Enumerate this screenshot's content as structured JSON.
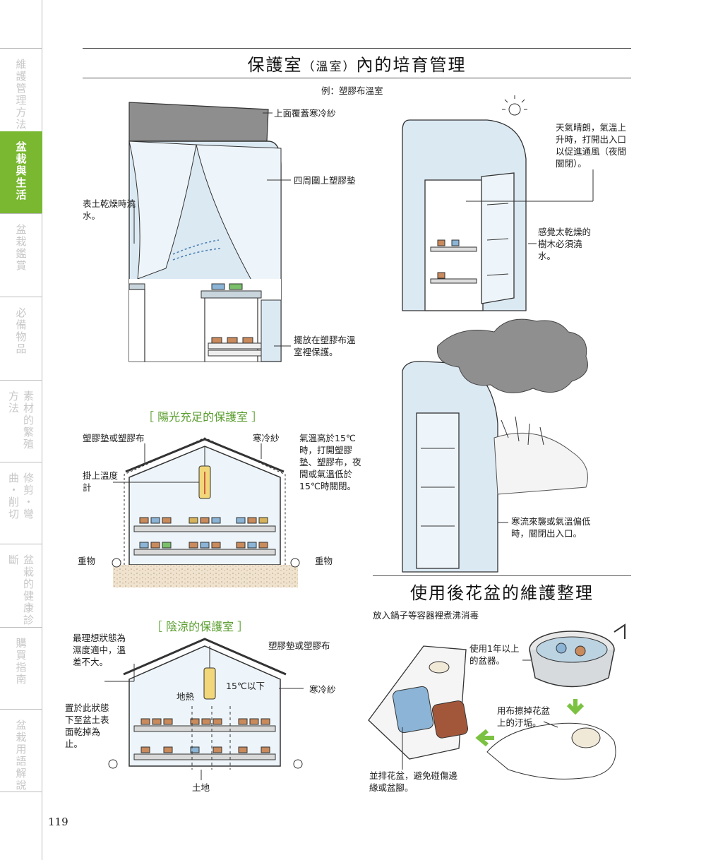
{
  "sidebar": {
    "tabs": [
      {
        "label": "維護管理方法",
        "active": false
      },
      {
        "label": "盆栽與生活",
        "active": true
      },
      {
        "label": "盆栽鑑賞",
        "active": false
      },
      {
        "label": "必備物品",
        "active": false
      },
      {
        "label": "素材的繁殖方法",
        "active": false
      },
      {
        "label": "修剪・彎曲・削切",
        "active": false
      },
      {
        "label": "盆栽的健康診斷",
        "active": false
      },
      {
        "label": "購買指南",
        "active": false
      },
      {
        "label": "盆栽用語解說",
        "active": false
      }
    ],
    "accent_color": "#7ab832"
  },
  "page_number": "119",
  "title": {
    "main": "保護室",
    "paren": "（溫室）",
    "rest": "內的培育管理"
  },
  "example_label": "例：塑膠布溫室",
  "greenhouse": {
    "cover_label": "上面覆蓋寒冷紗",
    "surround_label": "四周圍上塑膠墊",
    "water_label": "表土乾燥時澆水。",
    "place_label": "擺放在塑膠布溫室裡保護。"
  },
  "door_scene": {
    "sunny_label": "天氣晴朗，氣溫上升時，打開出入口以促進通風（夜間關閉）。",
    "dry_label": "感覺太乾燥的樹木必須澆水。",
    "cold_label": "寒流來襲或氣溫偏低時，關閉出入口。"
  },
  "sunny_house": {
    "heading": "［ 陽光充足的保護室 ］",
    "sheet_label": "塑膠墊或塑膠布",
    "gauze_label": "寒冷紗",
    "thermo_label": "掛上溫度計",
    "temp_note": "氣溫高於15℃時，打開塑膠墊、塑膠布，夜間或氣溫低於15℃時關閉。",
    "weight_left": "重物",
    "weight_right": "重物"
  },
  "shade_house": {
    "heading": "［ 陰涼的保護室 ］",
    "ideal_label": "最理想狀態為濕度適中，溫差不大。",
    "sheet_label": "塑膠墊或塑膠布",
    "temp_label": "15℃以下",
    "gauze_label": "寒冷紗",
    "heat_label": "地熱",
    "keep_label": "置於此狀態下至盆土表面乾掉為止。",
    "ground_label": "土地"
  },
  "pot_care": {
    "title": "使用後花盆的維護整理",
    "boil_label": "放入鍋子等容器裡煮沸消毒",
    "old_pot_label": "使用1年以上的盆器。",
    "wipe_label": "用布擦掉花盆上的汙垢。",
    "line_label": "並排花盆，避免碰傷邊緣或盆腳。"
  },
  "colors": {
    "accent_green": "#5a9e2f",
    "arrow_green": "#7cc242",
    "plastic_blue": "#dbe9f3"
  }
}
